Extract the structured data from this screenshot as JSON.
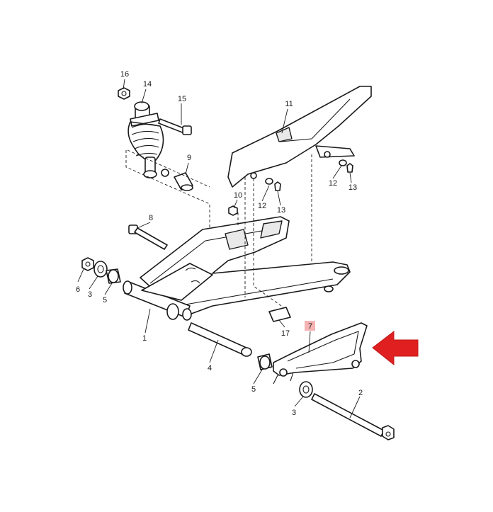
{
  "callouts": {
    "c1": "1",
    "c2": "2",
    "c3a": "3",
    "c3b": "3",
    "c4": "4",
    "c5a": "5",
    "c5b": "5",
    "c6": "6",
    "c7": "7",
    "c8": "8",
    "c9": "9",
    "c10": "10",
    "c11": "11",
    "c12a": "12",
    "c12b": "12",
    "c13a": "13",
    "c13b": "13",
    "c14": "14",
    "c15": "15",
    "c16": "16",
    "c17": "17"
  },
  "highlight": {
    "part_number": "7",
    "box_color": "#f6b3b3",
    "arrow_color": "#e02020",
    "arrow_icon": "arrow-left-icon"
  }
}
